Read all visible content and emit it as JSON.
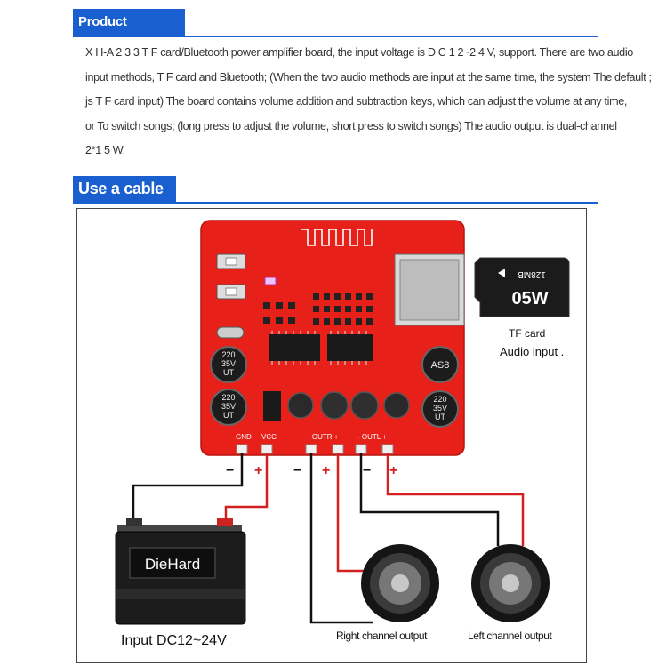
{
  "sections": {
    "product_intro": {
      "title": "Product introduction:",
      "lines": [
        "X H-A 2 3 3 T F card/Bluetooth power amplifier board, the input voltage is D C 1 2~2 4 V, support. There are two audio",
        "input methods, T F card and Bluetooth; (When the two audio methods are input at the same time, the system The default ;",
        "js T F card input) The board contains volume addition and subtraction keys, which can adjust the volume at any time,",
        "or To switch songs; (long press to adjust the volume, short press to switch songs) The audio output is dual-channel",
        "2*1 5 W."
      ]
    },
    "cable": {
      "title": "Use a cable"
    }
  },
  "board": {
    "terminals": {
      "gnd": "GND",
      "vcc": "VCC",
      "outr": "- OUTR +",
      "outl": "- OUTL +"
    },
    "caps": {
      "c1": [
        "220",
        "35V",
        "UT"
      ],
      "c2": [
        "220",
        "35V",
        "UT"
      ],
      "c3": [
        "AS8"
      ],
      "c4": [
        "220",
        "35V",
        "UT"
      ]
    }
  },
  "polarity": {
    "minus": "−",
    "plus": "+"
  },
  "tf_card": {
    "size": "128MB",
    "brand": "05W",
    "label": "TF card",
    "sublabel": "Audio input ."
  },
  "battery": {
    "brand": "DieHard",
    "caption": "Input DC12~24V"
  },
  "speakers": {
    "right": "Right channel output",
    "left": "Left channel output"
  },
  "colors": {
    "accent": "#1a5fd0",
    "pcb": "#e8201a",
    "wire_red": "#d42020",
    "wire_black": "#111111"
  }
}
